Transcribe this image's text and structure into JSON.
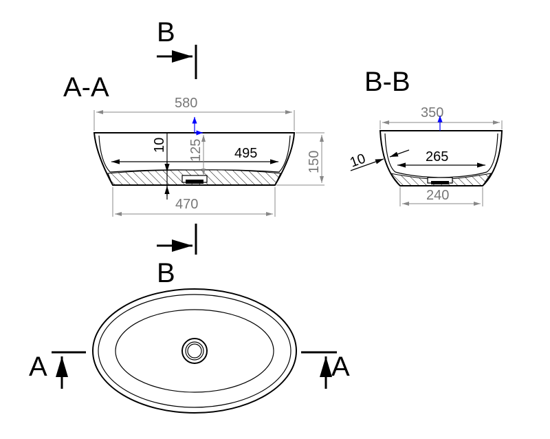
{
  "labels": {
    "section_aa": "A-A",
    "section_bb": "B-B",
    "cut_b_top": "B",
    "cut_b_bottom": "B",
    "cut_a_left": "A",
    "cut_a_right": "A"
  },
  "section_aa_dims": {
    "top_width": "580",
    "bottom_width": "470",
    "height": "150",
    "inner_width": "495",
    "inner_depth": "125",
    "wall_thickness": "10"
  },
  "section_bb_dims": {
    "top_width": "350",
    "bottom_width": "240",
    "inner_width": "265",
    "wall_thickness": "10"
  },
  "colors": {
    "line": "#000000",
    "dimension": "#888888",
    "axis_marker": "#0000ff"
  }
}
